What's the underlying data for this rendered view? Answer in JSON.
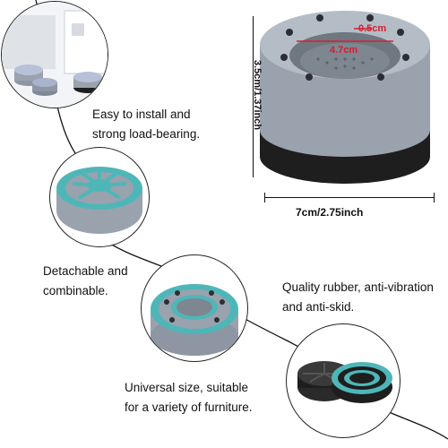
{
  "captions": {
    "easy_line1": "Easy to install and",
    "easy_line2": "strong load-bearing.",
    "detach_line1": "Detachable and",
    "detach_line2": "combinable.",
    "quality_line1": "Quality rubber, anti-vibration",
    "quality_line2": "and anti-skid.",
    "universal_line1": "Universal size, suitable",
    "universal_line2": "for a variety of furniture."
  },
  "dimensions": {
    "hole": "0.5cm",
    "inner": "4.7cm",
    "height": "3.5cm/1.37inch",
    "width": "7cm/2.75inch"
  },
  "colors": {
    "pad_gray": "#9aa2ad",
    "pad_black": "#1e1e1e",
    "teal": "#4fb6b8",
    "dim_red": "#d3202f"
  }
}
